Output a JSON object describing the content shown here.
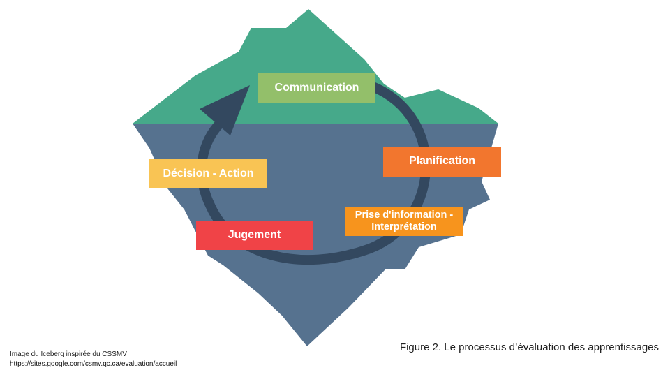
{
  "colors": {
    "above_water": "#46A98A",
    "below_water": "#56728F",
    "cycle_arrow": "#33485F"
  },
  "stages": {
    "communication": {
      "label": "Communication",
      "color": "#93BF6A"
    },
    "planification": {
      "label": "Planification",
      "color": "#F2762E"
    },
    "prise": {
      "label": "Prise d'information - Interprétation",
      "color": "#F7941D"
    },
    "jugement": {
      "label": "Jugement",
      "color": "#F04347"
    },
    "decision": {
      "label": "Décision - Action",
      "color": "#F9C454"
    }
  },
  "credit": {
    "line": "Image du Iceberg inspirée du CSSMV",
    "url": "https://sites.google.com/csmv.qc.ca/evaluation/accueil"
  },
  "caption": "Figure 2.  Le processus d’évaluation des apprentissages"
}
